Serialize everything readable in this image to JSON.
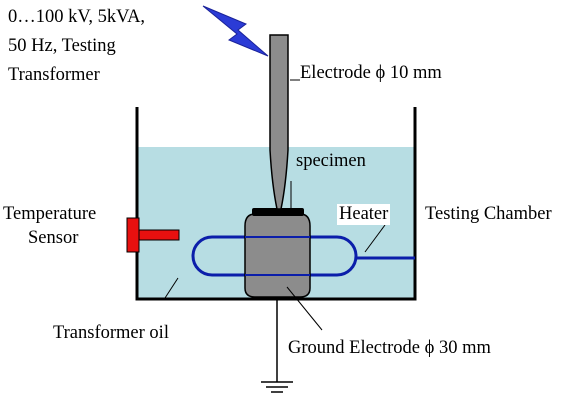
{
  "labels": {
    "transformer_line1": "0…100 kV, 5kVA,",
    "transformer_line2": "50 Hz, Testing",
    "transformer_line3": "Transformer",
    "electrode_top": "Electrode ϕ 10 mm",
    "specimen": "specimen",
    "heater": "Heater",
    "testing_chamber": "Testing Chamber",
    "temperature_line1": "Temperature",
    "temperature_line2": "Sensor",
    "transformer_oil": "Transformer oil",
    "ground_electrode": "Ground Electrode ϕ 30 mm"
  },
  "colors": {
    "oil": "#b7dde3",
    "electrode": "#8c8c8c",
    "heater": "#0b1eaa",
    "sensor": "#e8100f",
    "lightning": "#2b3bd6",
    "specimen": "#000000"
  }
}
